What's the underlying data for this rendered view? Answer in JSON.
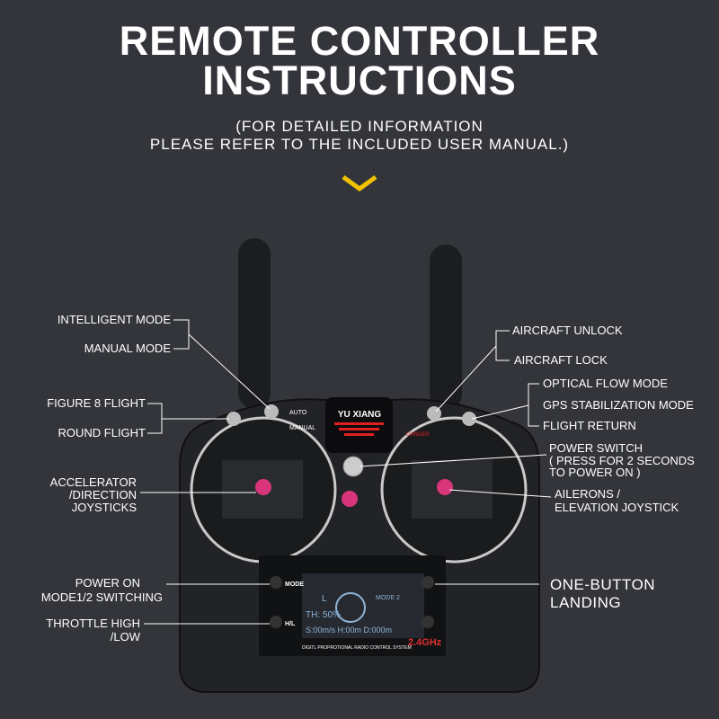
{
  "header": {
    "title_line1": "REMOTE CONTROLLER",
    "title_line2": "INSTRUCTIONS",
    "subtitle_line1": "(FOR DETAILED INFORMATION",
    "subtitle_line2": "PLEASE REFER TO THE INCLUDED USER MANUAL.)",
    "accent_color": "#f2c200"
  },
  "controller": {
    "brand": "YU XIANG",
    "switch_auto": "AUTO",
    "switch_manual": "MANUAL",
    "danger": "DANGER",
    "mode_btn": "MODE",
    "hl_btn": "H/L",
    "screen": {
      "mode": "MODE 2",
      "throttle": "TH: 50%",
      "line": "S:00m/s H:00m D:000m",
      "footer": "DIGITL PROPROTIONAL RADIO CONTROL SYSTEM",
      "band": "2.4GHz",
      "l": "L"
    }
  },
  "labels_left": {
    "intelligent_mode": "INTELLIGENT MODE",
    "manual_mode": "MANUAL MODE",
    "figure8": "FIGURE 8 FLIGHT",
    "round": "ROUND FLIGHT",
    "accel1": "ACCELERATOR",
    "accel2": "/DIRECTION",
    "accel3": "JOYSTICKS",
    "power_on1": "POWER ON",
    "power_on2": "MODE1/2 SWITCHING",
    "throttle1": "THROTTLE HIGH",
    "throttle2": "/LOW"
  },
  "labels_right": {
    "unlock": "AIRCRAFT UNLOCK",
    "lock": "AIRCRAFT LOCK",
    "optical": "OPTICAL FLOW MODE",
    "gps": "GPS STABILIZATION MODE",
    "return": "FLIGHT RETURN",
    "power1": "POWER SWITCH",
    "power2": "( PRESS FOR 2 SECONDS",
    "power3": "TO POWER ON )",
    "ailerons1": "AILERONS /",
    "ailerons2": "ELEVATION JOYSTICK",
    "landing1": "ONE-BUTTON",
    "landing2": "LANDING"
  }
}
